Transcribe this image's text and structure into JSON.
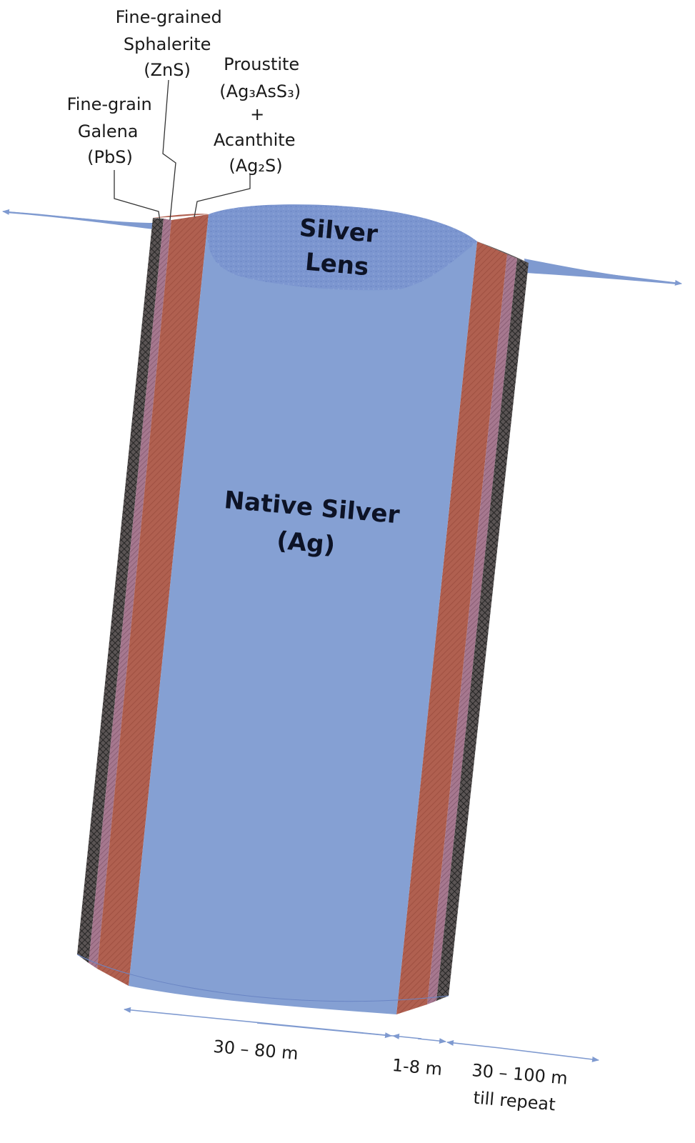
{
  "labels": {
    "galena": [
      "Fine-grain",
      "Galena",
      "(PbS)"
    ],
    "sphalerite": [
      "Fine-grained",
      "Sphalerite",
      "(ZnS)"
    ],
    "proustite": [
      "Proustite",
      "(Ag₃AsS₃)",
      "+",
      "Acanthite",
      "(Ag₂S)"
    ],
    "silver_lens": [
      "Silver",
      "Lens"
    ],
    "native_silver": [
      "Native Silver",
      "(Ag)"
    ]
  },
  "dimensions": {
    "core_width": "30 – 80 m",
    "rim_width": "1-8 m",
    "spacing": [
      "30 – 100 m",
      "till repeat"
    ]
  },
  "colors": {
    "native_silver": "#85a0d3",
    "silver_lens": "#7c96d0",
    "proustite_acanthite": "#b06050",
    "sphalerite": "#a6788f",
    "galena": "#4a4444",
    "arrow": "#7f9ad0"
  }
}
